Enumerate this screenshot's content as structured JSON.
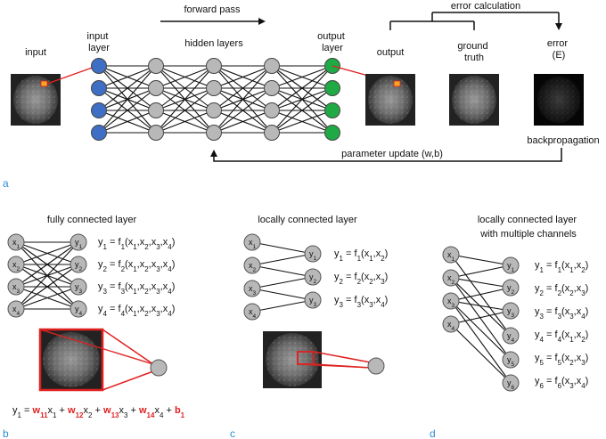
{
  "colors": {
    "input_node": "#3f6fc4",
    "hidden_node": "#b8b8b8",
    "output_node": "#1faa45",
    "highlight": "#e02020",
    "panel_letter": "#2a8fd1",
    "patch": "#f5a623",
    "mri_bg": "#555555"
  },
  "panel_a": {
    "input_label": "input",
    "input_layer_label": "input\nlayer",
    "hidden_layers_label": "hidden layers",
    "output_layer_label": "output\nlayer",
    "forward_pass_label": "forward pass",
    "output_label": "output",
    "ground_truth_label": "ground\ntruth",
    "error_label": "error\n(E)",
    "error_calculation_label": "error calculation",
    "backprop_label": "backpropagation",
    "parameter_update_label": "parameter update (w,b)",
    "letter": "a"
  },
  "panel_b": {
    "title": "fully connected layer",
    "inputs": [
      "x1",
      "x2",
      "x3",
      "x4"
    ],
    "outputs": [
      "y1",
      "y2",
      "y3",
      "y4"
    ],
    "equations": [
      "y1 = f1(x1,x2,x3,x4)",
      "y2 = f2(x1,x2,x3,x4)",
      "y3 = f3(x1,x2,x3,x4)",
      "y4 = f4(x1,x2,x3,x4)"
    ],
    "weighted_sum": "y1 = w11x1 + w12x2 + w13x3 + w14x4 + b1",
    "letter": "b"
  },
  "panel_c": {
    "title": "locally connected layer",
    "inputs": [
      "x1",
      "x2",
      "x3",
      "x4"
    ],
    "outputs": [
      "y1",
      "y2",
      "y3"
    ],
    "equations": [
      "y1 = f1(x1,x2)",
      "y2 = f2(x2,x3)",
      "y3 = f3(x3,x4)"
    ],
    "letter": "c"
  },
  "panel_d": {
    "title": "locally connected layer\nwith multiple channels",
    "inputs": [
      "x1",
      "x2",
      "x3",
      "x4"
    ],
    "outputs": [
      "y1",
      "y2",
      "y3",
      "y4",
      "y5",
      "y6"
    ],
    "equations": [
      "y1 = f1(x1,x2)",
      "y2 = f2(x2,x3)",
      "y3 = f3(x3,x4)",
      "y4 = f4(x1,x2)",
      "y5 = f5(x2,x3)",
      "y6 = f6(x3,x4)"
    ],
    "letter": "d"
  }
}
